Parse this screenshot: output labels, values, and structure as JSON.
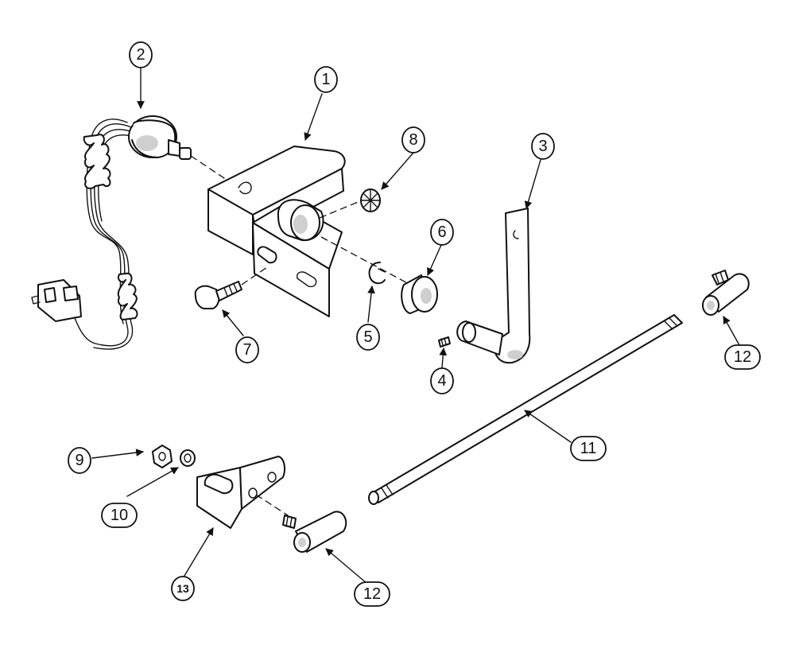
{
  "diagram": {
    "callouts": [
      {
        "id": "c1",
        "label": "1"
      },
      {
        "id": "c2",
        "label": "2"
      },
      {
        "id": "c3",
        "label": "3"
      },
      {
        "id": "c4",
        "label": "4"
      },
      {
        "id": "c5",
        "label": "5"
      },
      {
        "id": "c6",
        "label": "6"
      },
      {
        "id": "c7",
        "label": "7"
      },
      {
        "id": "c8",
        "label": "8"
      },
      {
        "id": "c9",
        "label": "9"
      },
      {
        "id": "c10",
        "label": "10"
      },
      {
        "id": "c11",
        "label": "11"
      },
      {
        "id": "c12a",
        "label": "12"
      },
      {
        "id": "c12b",
        "label": "12"
      },
      {
        "id": "c13",
        "label": "13"
      }
    ]
  }
}
